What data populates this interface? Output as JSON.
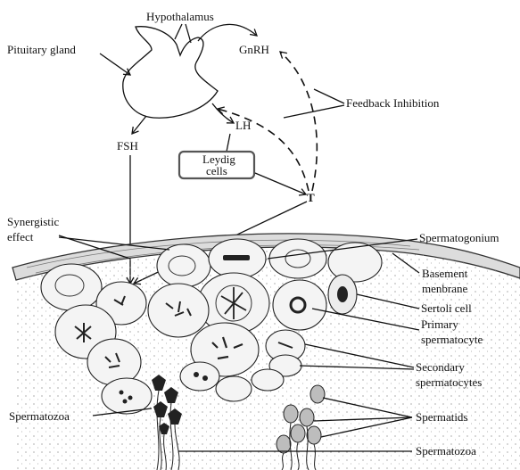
{
  "labels": {
    "hypothalamus": "Hypothalamus",
    "pituitary": "Pituitary gland",
    "gnrh": "GnRH",
    "feedback": "Feedback Inhibition",
    "fsh": "FSH",
    "lh": "LH",
    "leydig_line1": "Leydig",
    "leydig_line2": "cells",
    "testosterone": "T",
    "synergistic_line1": "Synergistic",
    "synergistic_line2": "effect",
    "spermatogonium": "Spermatogonium",
    "basement_line1": "Basement",
    "basement_line2": "menbrane",
    "sertoli": "Sertoli cell",
    "primary_line1": "Primary",
    "primary_line2": "spermatocyte",
    "secondary_line1": "Secondary",
    "secondary_line2": "spermatocytes",
    "spermatozoa_left": "Spermatozoa",
    "spermatids": "Spermatids",
    "spermatozoa_bottom": "Spermatozoa"
  }
}
